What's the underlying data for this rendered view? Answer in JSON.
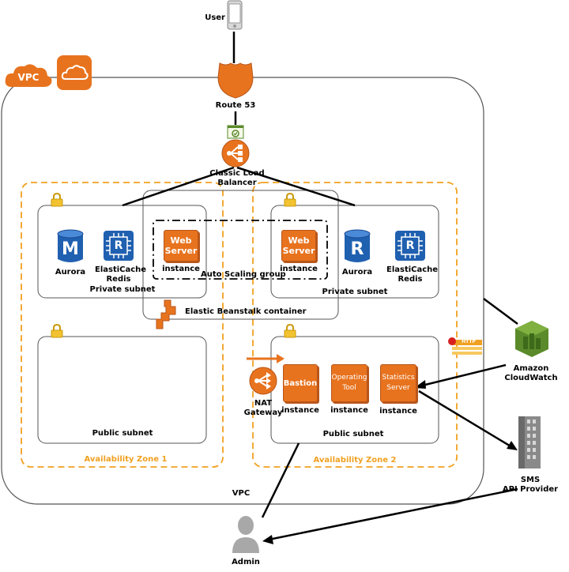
{
  "user": {
    "label": "User"
  },
  "vpc": {
    "badge": "VPC",
    "label": "VPC"
  },
  "route53": {
    "label": "Route 53"
  },
  "load_balancer": {
    "line1": "Classic Load",
    "line2": "Balancer"
  },
  "auto_scaling": {
    "label": "Auto Scaling group"
  },
  "beanstalk": {
    "label": "Elastic Beanstalk container"
  },
  "zone1": {
    "label": "Availability Zone 1",
    "private_subnet": {
      "label": "Private subnet",
      "aurora": "Aurora",
      "aurora_letter": "M",
      "cache_line1": "ElastiCache",
      "cache_line2": "Redis",
      "cache_letter": "R",
      "server_line1": "Web",
      "server_line2": "Server",
      "instance": "instance"
    },
    "public_subnet": {
      "label": "Public subnet"
    }
  },
  "zone2": {
    "label": "Availability Zone 2",
    "private_subnet": {
      "label": "Private subnet",
      "server_line1": "Web",
      "server_line2": "Server",
      "instance": "instance",
      "aurora": "Aurora",
      "aurora_letter": "R",
      "cache_line1": "ElastiCache",
      "cache_line2": "Redis",
      "cache_letter": "R"
    },
    "public_subnet": {
      "label": "Public subnet",
      "nat_line1": "NAT",
      "nat_line2": "Gateway",
      "bastion": "Bastion",
      "bastion_instance": "instance",
      "op_line1": "Operating",
      "op_line2": "Tool",
      "op_instance": "instance",
      "stats_line1": "Statistics",
      "stats_line2": "Server",
      "stats_instance": "instance"
    }
  },
  "http_tag": "HTTP",
  "cloudwatch": {
    "line1": "Amazon",
    "line2": "CloudWatch"
  },
  "sms": {
    "line1": "SMS",
    "line2": "API Provider"
  },
  "admin": {
    "label": "Admin"
  },
  "colors": {
    "aws_orange": "#e8731e",
    "zone_dash": "#f0a020",
    "aws_blue": "#2060b0",
    "cloudwatch_green": "#5a8a2a"
  }
}
